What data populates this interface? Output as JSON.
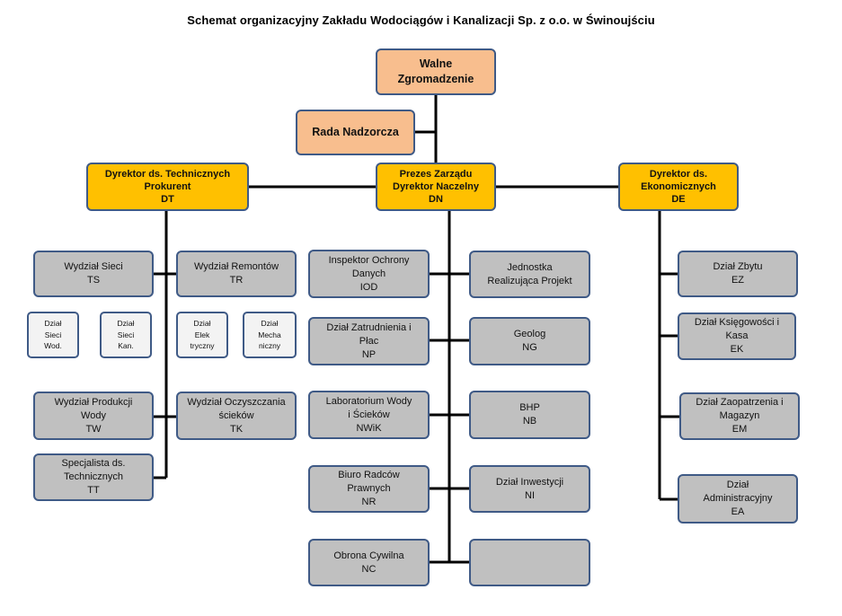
{
  "title": "Schemat organizacyjny Zakładu Wodociągów i Kanalizacji Sp. z o.o. w Świnoujściu",
  "boxes": {
    "walne": [
      "Walne",
      "Zgromadzenie"
    ],
    "rada": [
      "Rada Nadzorcza"
    ],
    "dt": [
      "Dyrektor ds. Technicznych",
      "Prokurent",
      "DT"
    ],
    "dn": [
      "Prezes Zarządu",
      "Dyrektor Naczelny",
      "DN"
    ],
    "de": [
      "Dyrektor ds.",
      "Ekonomicznych",
      "DE"
    ],
    "ts": [
      "Wydział Sieci",
      "TS"
    ],
    "tr": [
      "Wydział Remontów",
      "TR"
    ],
    "siec_wod": [
      "Dział",
      "Sieci",
      "Wod."
    ],
    "siec_kan": [
      "Dział",
      "Sieci",
      "Kan."
    ],
    "elektryczny": [
      "Dział",
      "Elek",
      "tryczny"
    ],
    "mechaniczny": [
      "Dział",
      "Mecha",
      "niczny"
    ],
    "tw": [
      "Wydział Produkcji",
      "Wody",
      "TW"
    ],
    "tk": [
      "Wydział Oczyszczania",
      "ścieków",
      "TK"
    ],
    "tt": [
      "Specjalista ds.",
      "Technicznych",
      "TT"
    ],
    "iod": [
      "Inspektor Ochrony",
      "Danych",
      "IOD"
    ],
    "np": [
      "Dział Zatrudnienia i",
      "Płac",
      "NP"
    ],
    "nwik": [
      "Laboratorium Wody",
      "i Ścieków",
      "NWiK"
    ],
    "nr": [
      "Biuro Radców",
      "Prawnych",
      "NR"
    ],
    "nc": [
      "Obrona Cywilna",
      "NC"
    ],
    "jrp": [
      "Jednostka",
      "Realizująca Projekt"
    ],
    "ng": [
      "Geolog",
      "NG"
    ],
    "nb": [
      "BHP",
      "NB"
    ],
    "ni": [
      "Dział Inwestycji",
      "NI"
    ],
    "empty": [],
    "ez": [
      "Dział Zbytu",
      "EZ"
    ],
    "ek": [
      "Dział Księgowości i",
      "Kasa",
      "EK"
    ],
    "em": [
      "Dział Zaopatrzenia i",
      "Magazyn",
      "EM"
    ],
    "ea": [
      "Dział",
      "Administracyjny",
      "EA"
    ]
  },
  "colors": {
    "line": "#000000",
    "border": "#3f5a86",
    "grey_box": "#c0c0c0",
    "gold_box": "#ffc000",
    "peach_box": "#f8be8e",
    "light_box": "#f3f3f3"
  }
}
